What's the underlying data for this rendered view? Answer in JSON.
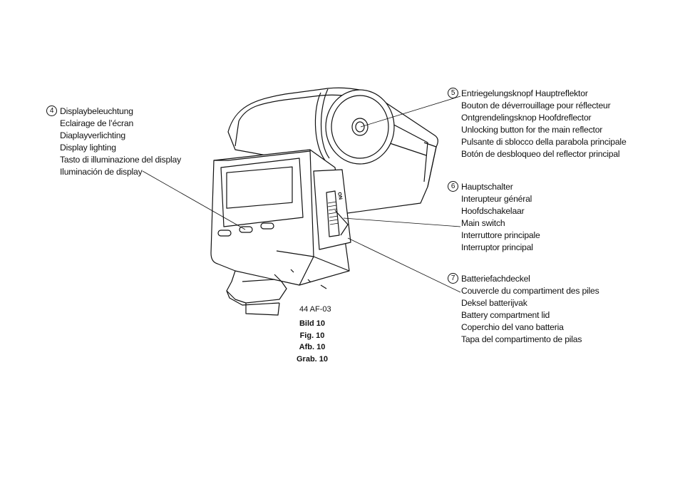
{
  "callouts": [
    {
      "number": "4",
      "lines": [
        "Displaybeleuchtung",
        "Eclairage de l’écran",
        "Diaplayverlichting",
        "Display lighting",
        "Tasto di illuminazione del display",
        "Iluminación de display"
      ]
    },
    {
      "number": "5",
      "lines": [
        "Entriegelungsknopf Hauptreflektor",
        "Bouton de déverrouillage pour réflecteur",
        "Ontgrendelingsknop Hoofdreflector",
        "Unlocking button for the main reflector",
        "Pulsante di sblocco della parabola principale",
        "Botón de desbloqueo del reflector principal"
      ]
    },
    {
      "number": "6",
      "lines": [
        "Hauptschalter",
        "Interupteur général",
        "Hoofdschakelaar",
        "Main switch",
        "Interruttore principale",
        "Interruptor principal"
      ]
    },
    {
      "number": "7",
      "lines": [
        "Batteriefachdeckel",
        "Couvercle du compartiment des piles",
        "Deksel batterijvak",
        "Battery compartment lid",
        "Coperchio del vano batteria",
        "Tapa del compartimento de pilas"
      ]
    }
  ],
  "model_code": "44 AF-03",
  "switch_label": "ON",
  "figure_caption": [
    "Bild 10",
    "Fig. 10",
    "Afb. 10",
    "Grab. 10"
  ]
}
